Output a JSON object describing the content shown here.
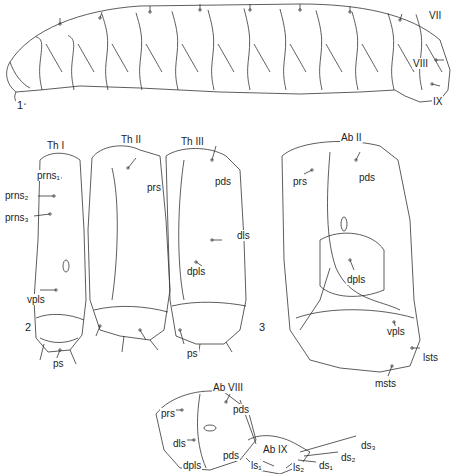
{
  "diagram": {
    "labels": [
      "VII",
      "VIII",
      "IX",
      "1",
      "prns₁",
      "prns₂",
      "prns₃",
      "Th I",
      "Th II",
      "Th III",
      "prs",
      "pds",
      "dls",
      "dpls",
      "vpls",
      "ps",
      "ps",
      "2",
      "Ab II",
      "prs",
      "pds",
      "dpls",
      "vpls",
      "lsts",
      "msts",
      "3",
      "Ab VIII",
      "prs",
      "pds",
      "dls",
      "pds",
      "Ab IX",
      "ds₃",
      "ds₂",
      "ds₁",
      "ls₁",
      "ls₂",
      "dpls"
    ]
  }
}
